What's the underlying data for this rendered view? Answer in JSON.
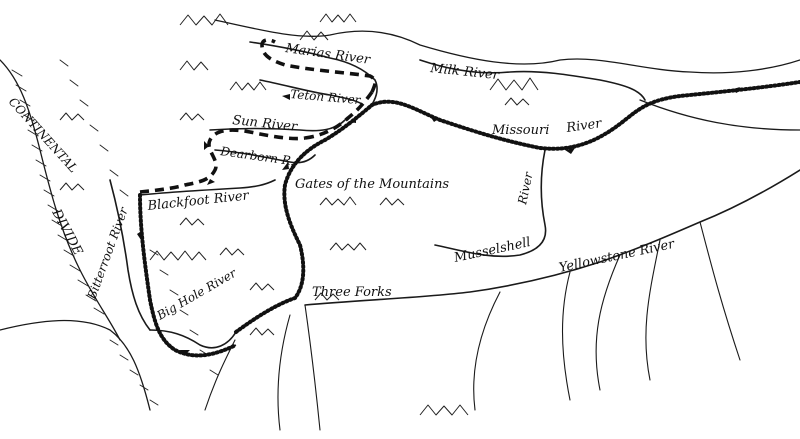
{
  "map": {
    "labels": {
      "marias_river": "Marias River",
      "milk_river": "Milk River",
      "teton_river": "Teton River",
      "sun_river": "Sun River",
      "missouri": "Missouri",
      "missouri_river_word": "River",
      "dearborn": "Dearborn R.",
      "gates_of_the_mountains": "Gates of the Mountains",
      "continental": "CONTINENTAL",
      "divide": "DIVIDE",
      "bitterroot_river": "Bitterroot River",
      "blackfoot_river": "Blackfoot River",
      "musselshell_river_word": "River",
      "musselshell": "Musselshell",
      "yellowstone_river": "Yellowstone River",
      "three_forks": "Three Forks",
      "big_hole_river": "Big Hole River"
    },
    "colors": {
      "ink": "#111111",
      "paper": "#ffffff"
    },
    "icons": [
      "mountain-range-icon",
      "route-arrow-icon"
    ]
  }
}
